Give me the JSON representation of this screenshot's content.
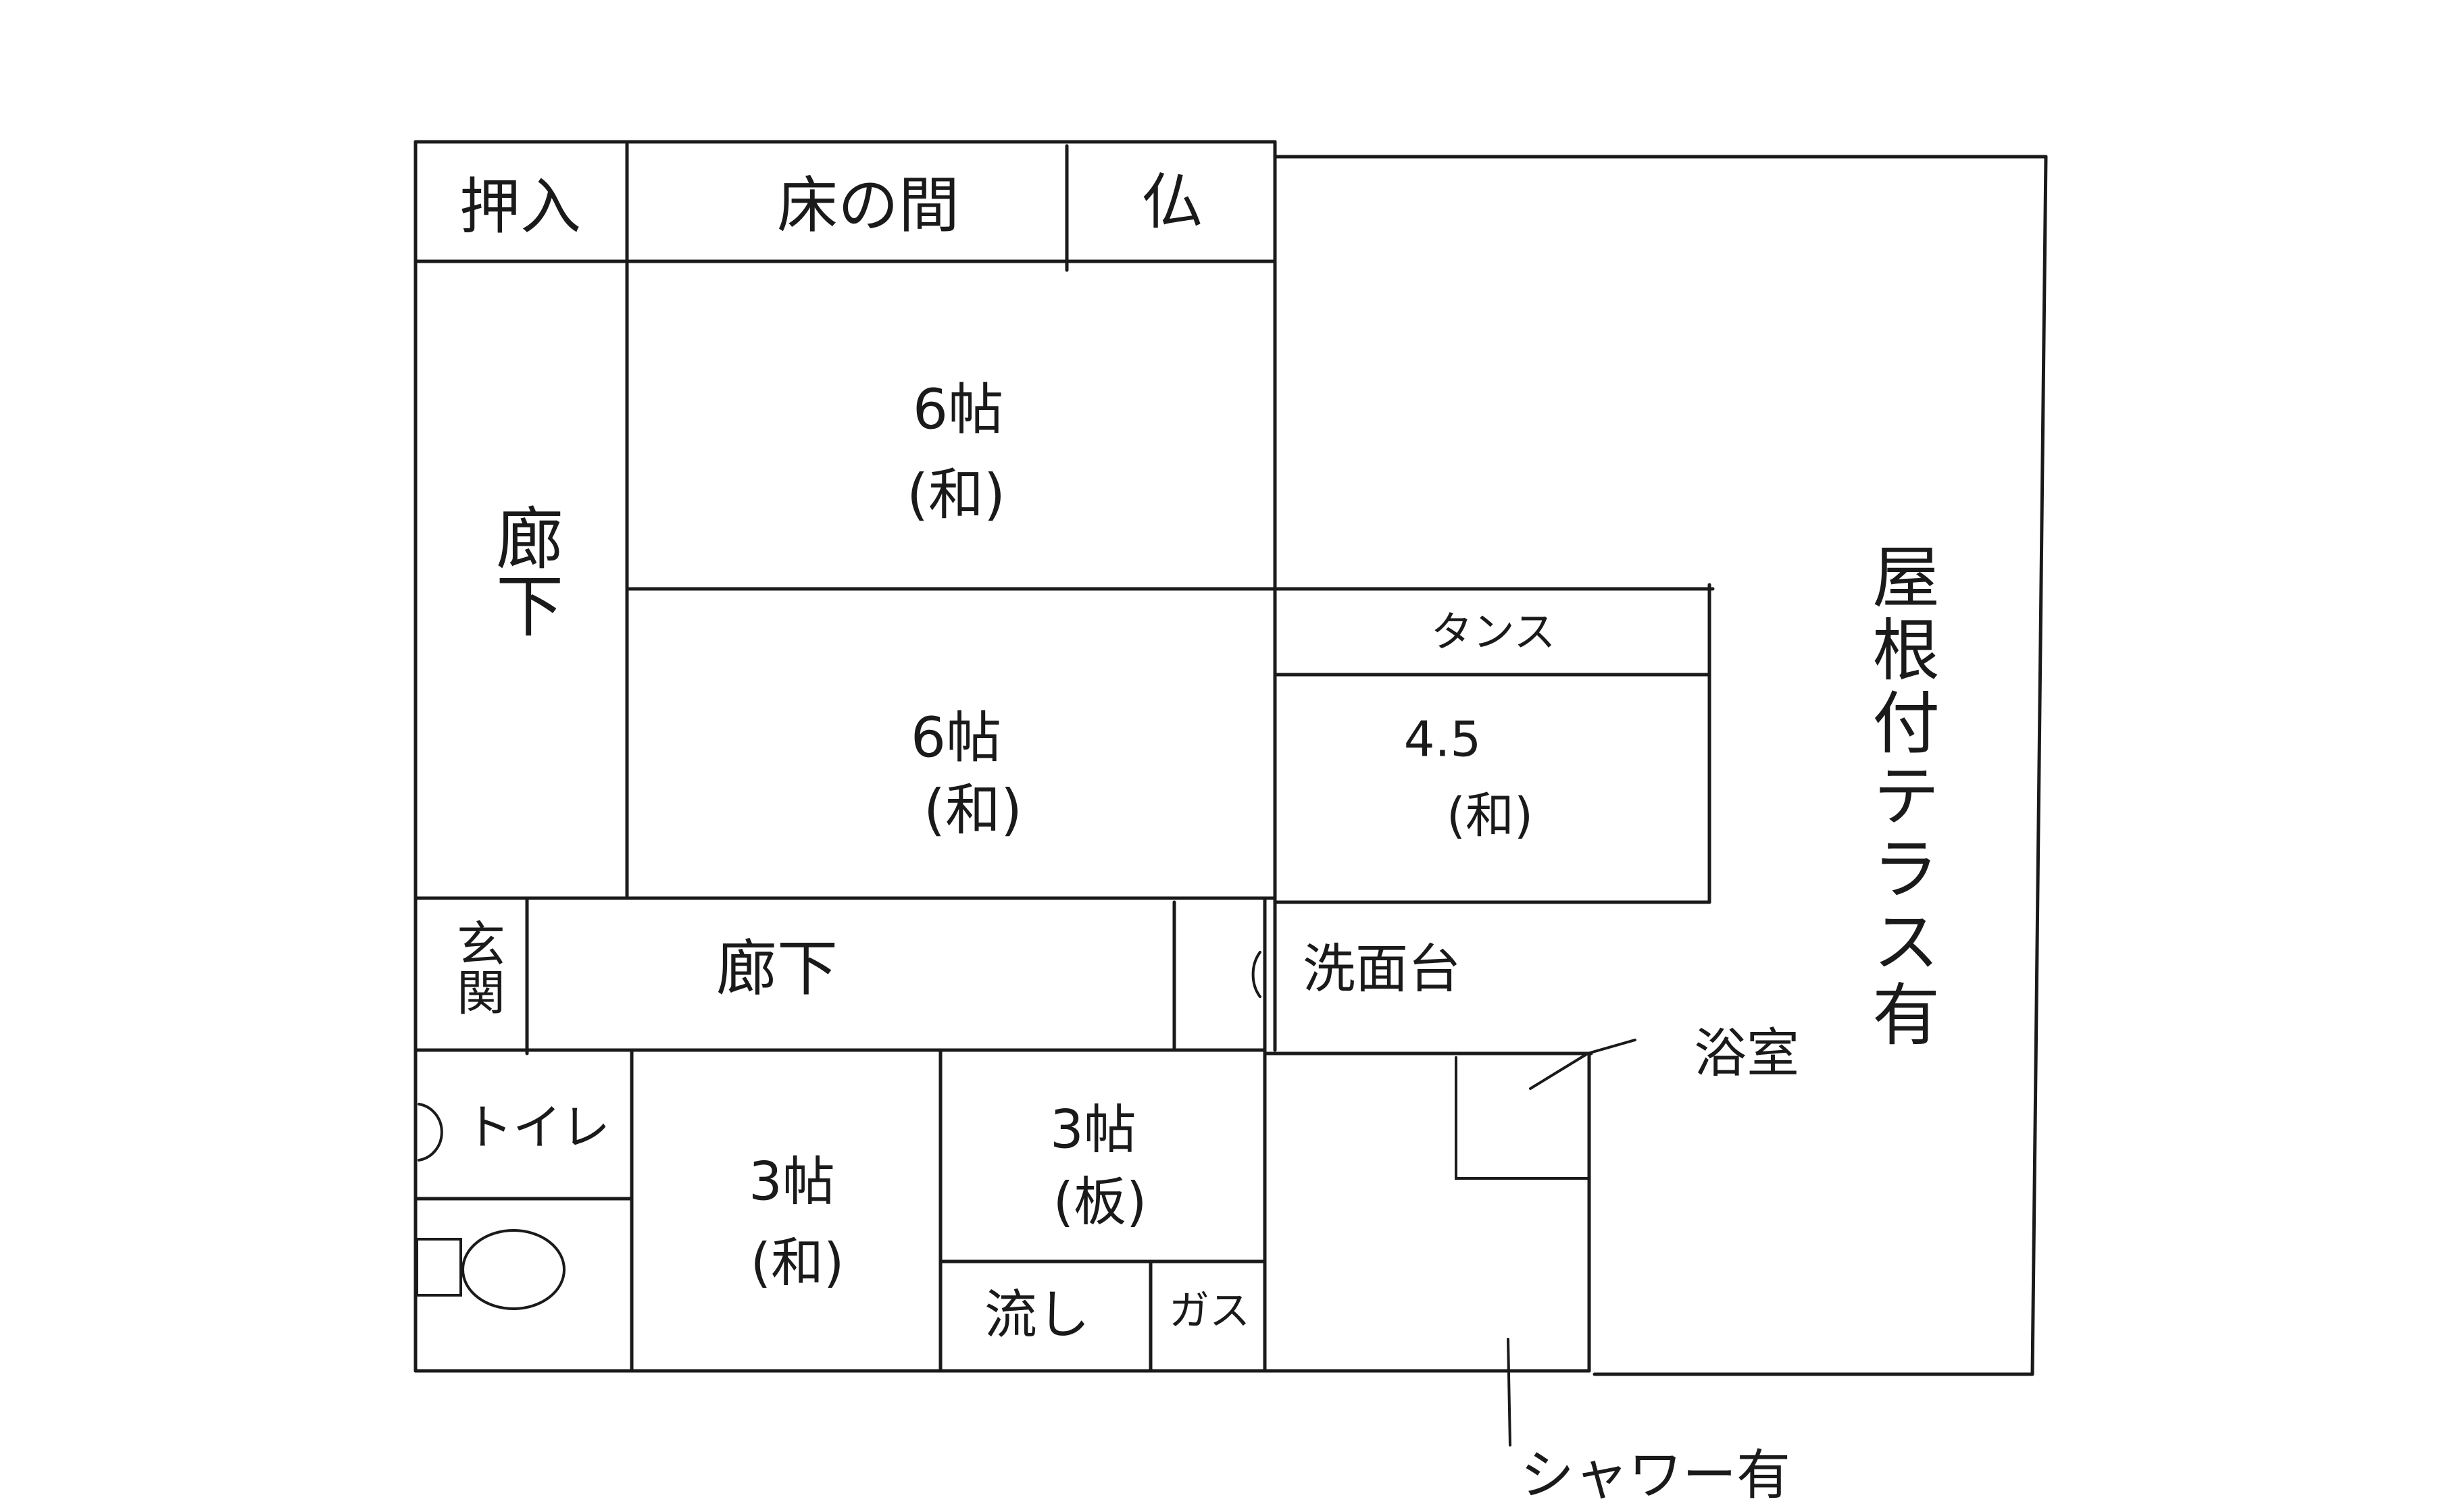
{
  "rooms": {
    "oshiire": "押入",
    "tokonoma": "床の間",
    "butsudan": "仏",
    "room6_upper_size": "6帖",
    "room6_upper_type": "(和)",
    "rouka_vertical": "廊下",
    "room6_lower_size": "6帖",
    "room6_lower_type": "(和)",
    "tansu": "タンス",
    "room45_size": "4.5",
    "room45_type": "(和)",
    "genkan": "玄関",
    "rouka_horizontal": "廊下",
    "senmendai": "洗面台",
    "toilet": "トイレ",
    "room3_wa_size": "3帖",
    "room3_wa_type": "(和)",
    "room3_ita_size": "3帖",
    "room3_ita_type": "(板)",
    "nagashi": "流し",
    "gas": "ガス",
    "yokushitsu": "浴室",
    "terrace": "屋根付テラス有",
    "shower": "シャワー有"
  }
}
